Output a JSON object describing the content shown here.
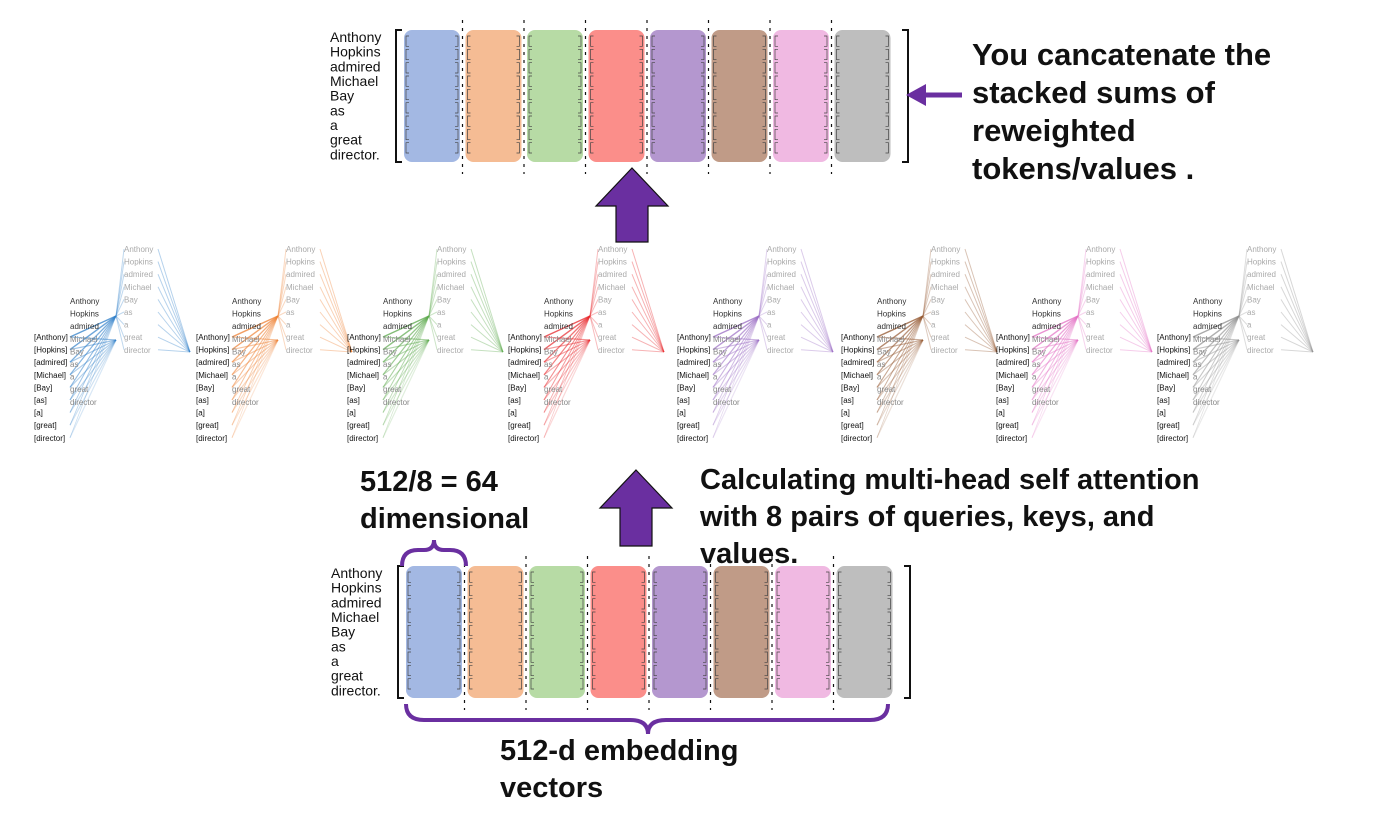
{
  "tokens": [
    "Anthony",
    "Hopkins",
    "admired",
    "Michael",
    "Bay",
    "as",
    "a",
    "great",
    "director."
  ],
  "head_tokens": [
    "Anthony",
    "Hopkins",
    "admired",
    "Michael",
    "Bay",
    "as",
    "a",
    "great",
    "director"
  ],
  "head_colors": [
    "#2f7fc9",
    "#ee8032",
    "#5aa84a",
    "#e8262a",
    "#9a6cc4",
    "#94572f",
    "#e36fc4",
    "#8e8e8e"
  ],
  "block_fills": [
    "#a3b8e3",
    "#f5bc94",
    "#b7dba5",
    "#fb8e8a",
    "#b497cf",
    "#c09b87",
    "#f0b9e2",
    "#bebebe"
  ],
  "accent_color": "#6a2fa0",
  "text": {
    "output_note": [
      "You cancatenate the",
      "stacked sums of",
      "reweighted",
      "tokens/values ."
    ],
    "multihead_note": [
      "Calculating multi-head self attention",
      "with 8 pairs of queries, keys, and",
      "values."
    ],
    "head_dim_note": [
      "512/8 = 64",
      "dimensional"
    ],
    "embedding_note": [
      "512-d embedding",
      "vectors"
    ]
  },
  "icons": {
    "up_arrows": "up-arrow-icon",
    "left_arrow": "left-arrow-icon",
    "braces": "curly-brace-icon"
  }
}
